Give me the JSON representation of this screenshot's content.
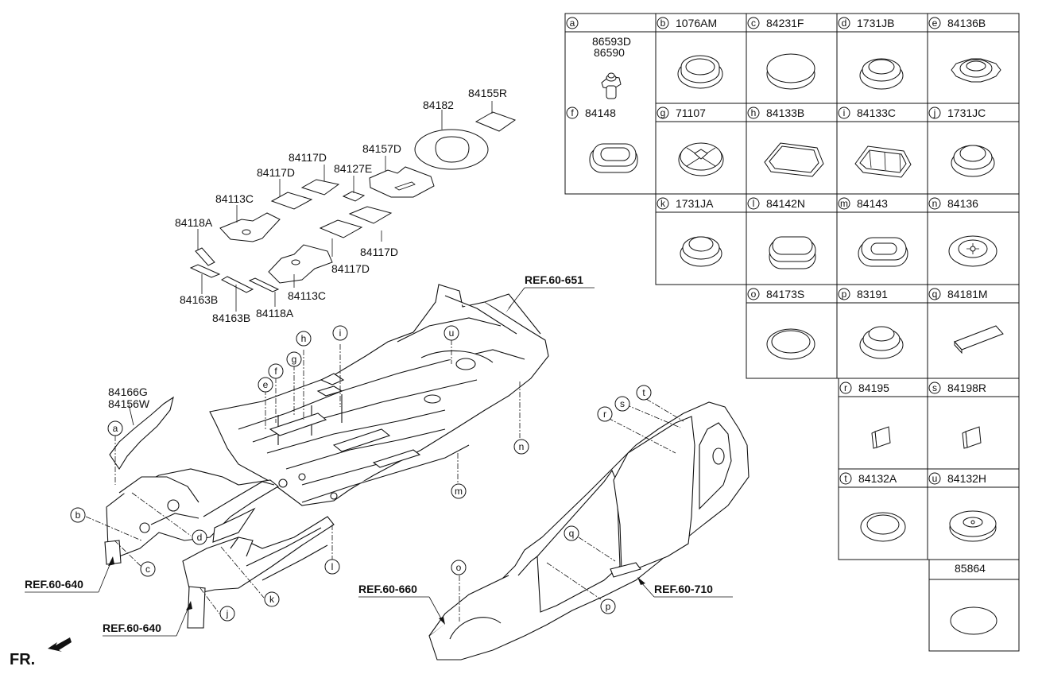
{
  "panel_parts": [
    {
      "key": "a",
      "num": ""
    },
    {
      "key": "b",
      "num": "1076AM"
    },
    {
      "key": "c",
      "num": "84231F"
    },
    {
      "key": "d",
      "num": "1731JB"
    },
    {
      "key": "e",
      "num": "84136B"
    },
    {
      "key": "f",
      "num": "84148"
    },
    {
      "key": "g",
      "num": "71107"
    },
    {
      "key": "h",
      "num": "84133B"
    },
    {
      "key": "i",
      "num": "84133C"
    },
    {
      "key": "j",
      "num": "1731JC"
    },
    {
      "key": "k",
      "num": "1731JA"
    },
    {
      "key": "l",
      "num": "84142N"
    },
    {
      "key": "m",
      "num": "84143"
    },
    {
      "key": "n",
      "num": "84136"
    },
    {
      "key": "o",
      "num": "84173S"
    },
    {
      "key": "p",
      "num": "83191"
    },
    {
      "key": "q",
      "num": "84181M"
    },
    {
      "key": "r",
      "num": "84195"
    },
    {
      "key": "s",
      "num": "84198R"
    },
    {
      "key": "t",
      "num": "84132A"
    },
    {
      "key": "u",
      "num": "84132H"
    }
  ],
  "panel_a_parts": [
    "86593D",
    "86590"
  ],
  "panel_extra": "85864",
  "pad_labels": [
    "84155R",
    "84182",
    "84157D",
    "84117D",
    "84127E",
    "84117D",
    "84113C",
    "84118A",
    "84117D",
    "84117D",
    "84113C",
    "84163B",
    "84163B",
    "84118A"
  ],
  "side_labels": [
    "84166G",
    "84156W"
  ],
  "refs": [
    "REF.60-651",
    "REF.60-640",
    "REF.60-640",
    "REF.60-660",
    "REF.60-710"
  ],
  "front_label": "FR.",
  "callouts": [
    "u",
    "i",
    "h",
    "g",
    "f",
    "e",
    "n",
    "m",
    "a",
    "b",
    "c",
    "d",
    "l",
    "k",
    "j",
    "t",
    "s",
    "r",
    "q",
    "o",
    "p"
  ]
}
